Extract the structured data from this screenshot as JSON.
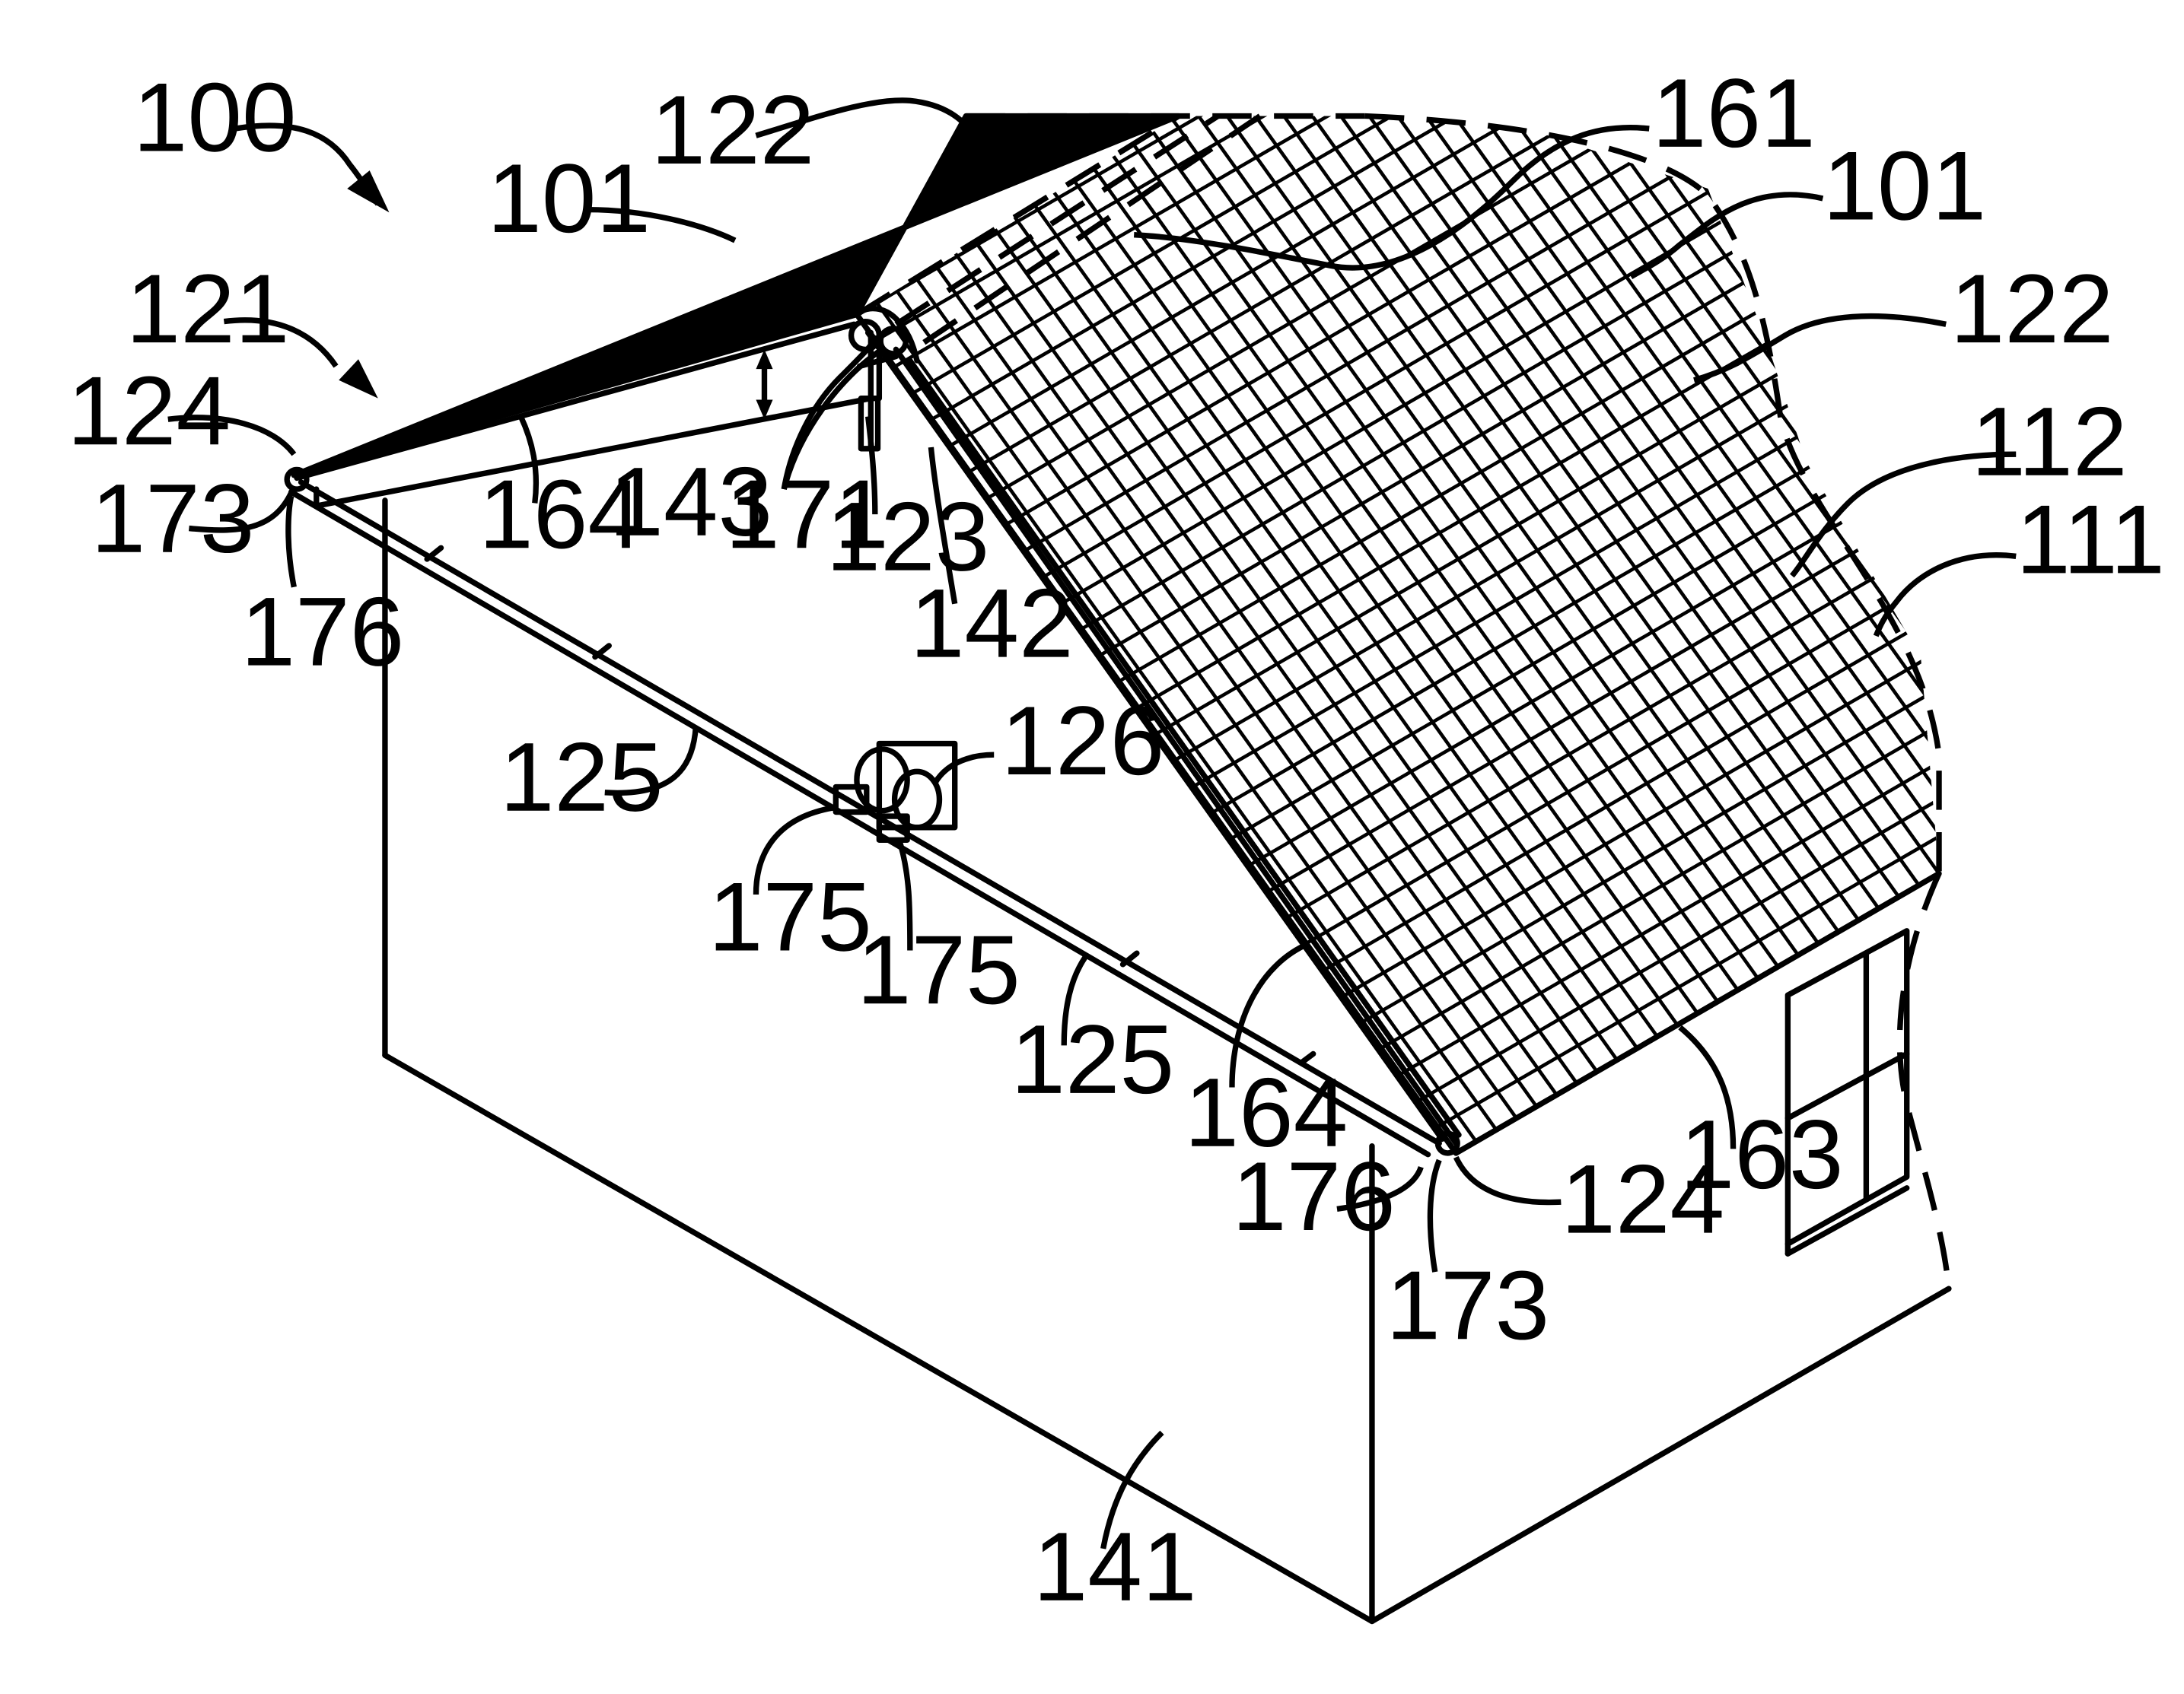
{
  "figure": {
    "labels": {
      "l100": "100",
      "l122a": "122",
      "l161": "161",
      "l101a": "101",
      "l101b": "101",
      "l121": "121",
      "l122b": "122",
      "l124a": "124",
      "l112": "112",
      "l111": "111",
      "l173a": "173",
      "l164a": "164",
      "l143": "143",
      "l171": "171",
      "l123": "123",
      "l176a": "176",
      "l142": "142",
      "l126": "126",
      "l125a": "125",
      "l175a": "175",
      "l175b": "175",
      "l125b": "125",
      "l164b": "164",
      "l163": "163",
      "l176b": "176",
      "l124b": "124",
      "l173b": "173",
      "l141": "141"
    }
  }
}
